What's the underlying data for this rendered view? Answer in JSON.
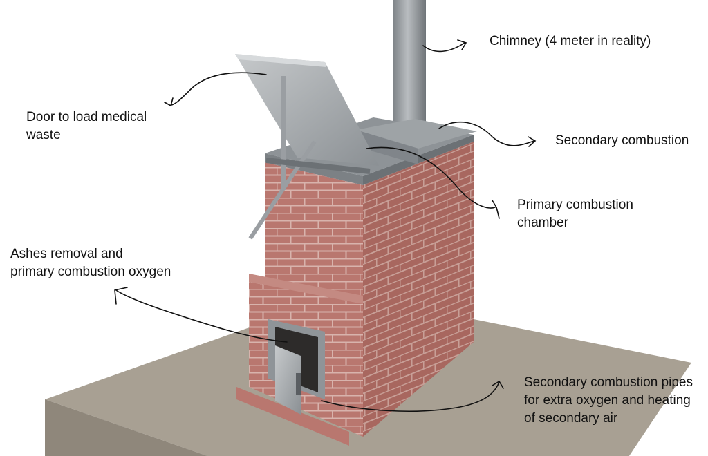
{
  "labels": {
    "chimney": "Chimney (4 meter in reality)",
    "door": [
      "Door to load medical",
      "waste"
    ],
    "secondary_combustion": "Secondary combustion",
    "primary_chamber": [
      "Primary combustion",
      "chamber"
    ],
    "ashes": [
      "Ashes removal and",
      "primary combustion oxygen"
    ],
    "pipes": [
      "Secondary combustion pipes",
      "for extra oxygen and heating",
      "of secondary air"
    ]
  },
  "colors": {
    "brick": "#b9776f",
    "mortar": "#d8b3ac",
    "slab": "#a8a093",
    "steel": "#9a9ea2"
  }
}
